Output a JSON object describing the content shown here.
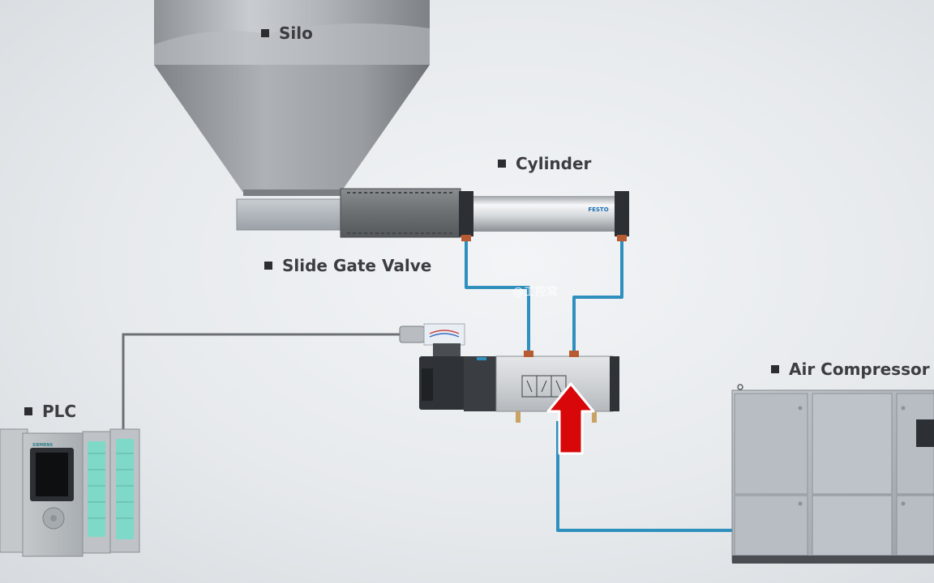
{
  "labels": {
    "silo": "Silo",
    "cylinder": "Cylinder",
    "slide_gate_valve": "Slide Gate Valve",
    "plc": "PLC",
    "air_compressor": "Air Compressor"
  },
  "brands": {
    "cylinder_brand": "FESTO",
    "plc_brand": "SIEMENS"
  },
  "watermark": "@工控窝",
  "colors": {
    "air_line": "#2f8fbd",
    "signal_wire": "#6c7074",
    "flow_arrow": "#d8070a",
    "label_text": "#3b3d40"
  }
}
